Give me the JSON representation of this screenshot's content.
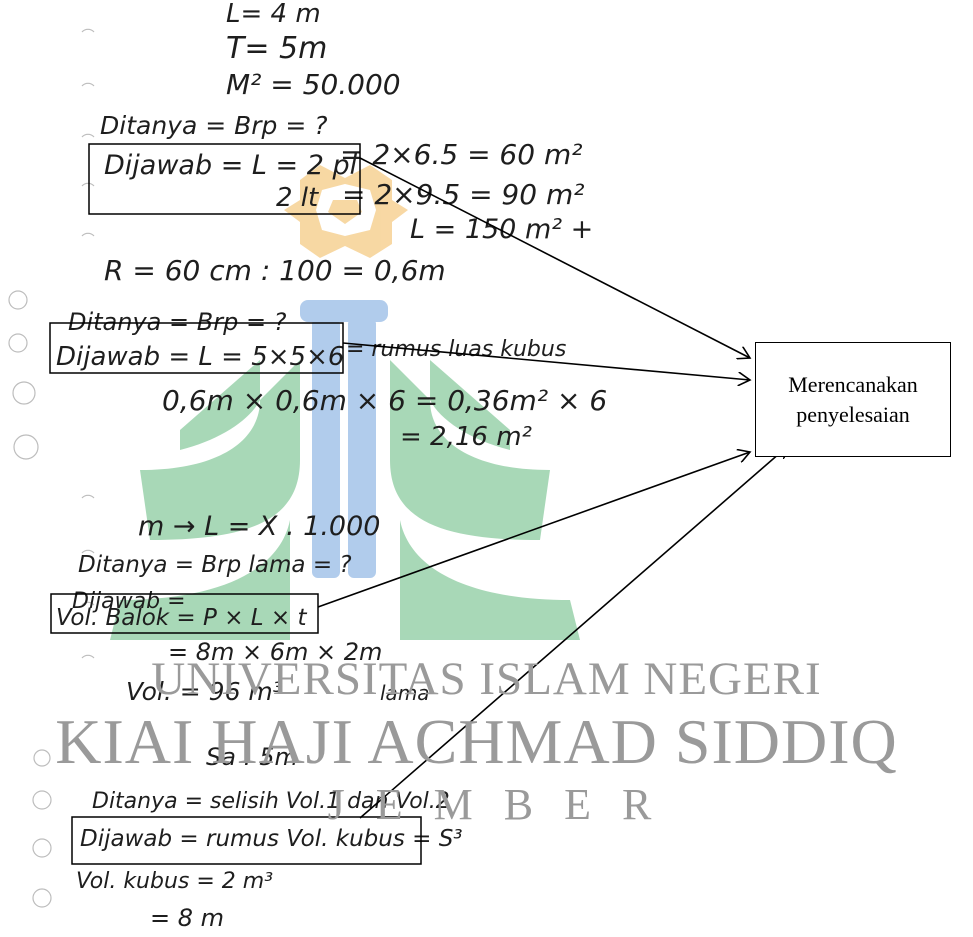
{
  "watermark": {
    "line1": "UNIVERSITAS ISLAM NEGERI",
    "line2": "KIAI HAJI ACHMAD SIDDIQ",
    "line3": "J E M B E R"
  },
  "target": {
    "line1": "Merencanakan",
    "line2": "penyelesaian"
  },
  "notes": {
    "n01": "L= 4 m",
    "n02": "T= 5m",
    "n03": "M² = 50.000",
    "n04": "Ditanya = Brp = ?",
    "n05": "Dijawab = L = 2 pl",
    "n06": "2 lt",
    "n07": "= 2×6.5 = 60 m²",
    "n08": "= 2×9.5 = 90 m²",
    "n09": "L = 150 m² +",
    "n10": "R = 60 cm : 100 = 0,6m",
    "n11": "Ditanya = Brp = ?",
    "n12": "Dijawab = L = 5×5×6",
    "n13": "= rumus luas kubus",
    "n14": "0,6m × 0,6m × 6 = 0,36m² × 6",
    "n15": "= 2,16 m²",
    "n16": "m → L = X . 1.000",
    "n17": "Ditanya = Brp lama = ?",
    "n18": "Dijawab =",
    "n19": "Vol. Balok = P × L × t",
    "n20": "= 8m × 6m × 2m",
    "n21": "Vol. = 96 m³",
    "n22": "lama",
    "n23": "Sa : 5m",
    "n24": "Ditanya = selisih Vol.1 dan Vol.2",
    "n25": "Dijawab = rumus Vol. kubus = S³",
    "n26": "Vol. kubus = 2 m³",
    "n27": "= 8 m"
  },
  "colors": {
    "ink": "#1e1e1e",
    "logo_orange": "#f7d49a",
    "logo_green": "#9fd4b0",
    "logo_blue": "#a9c7ea",
    "watermark_text": "#9a9a9a"
  }
}
